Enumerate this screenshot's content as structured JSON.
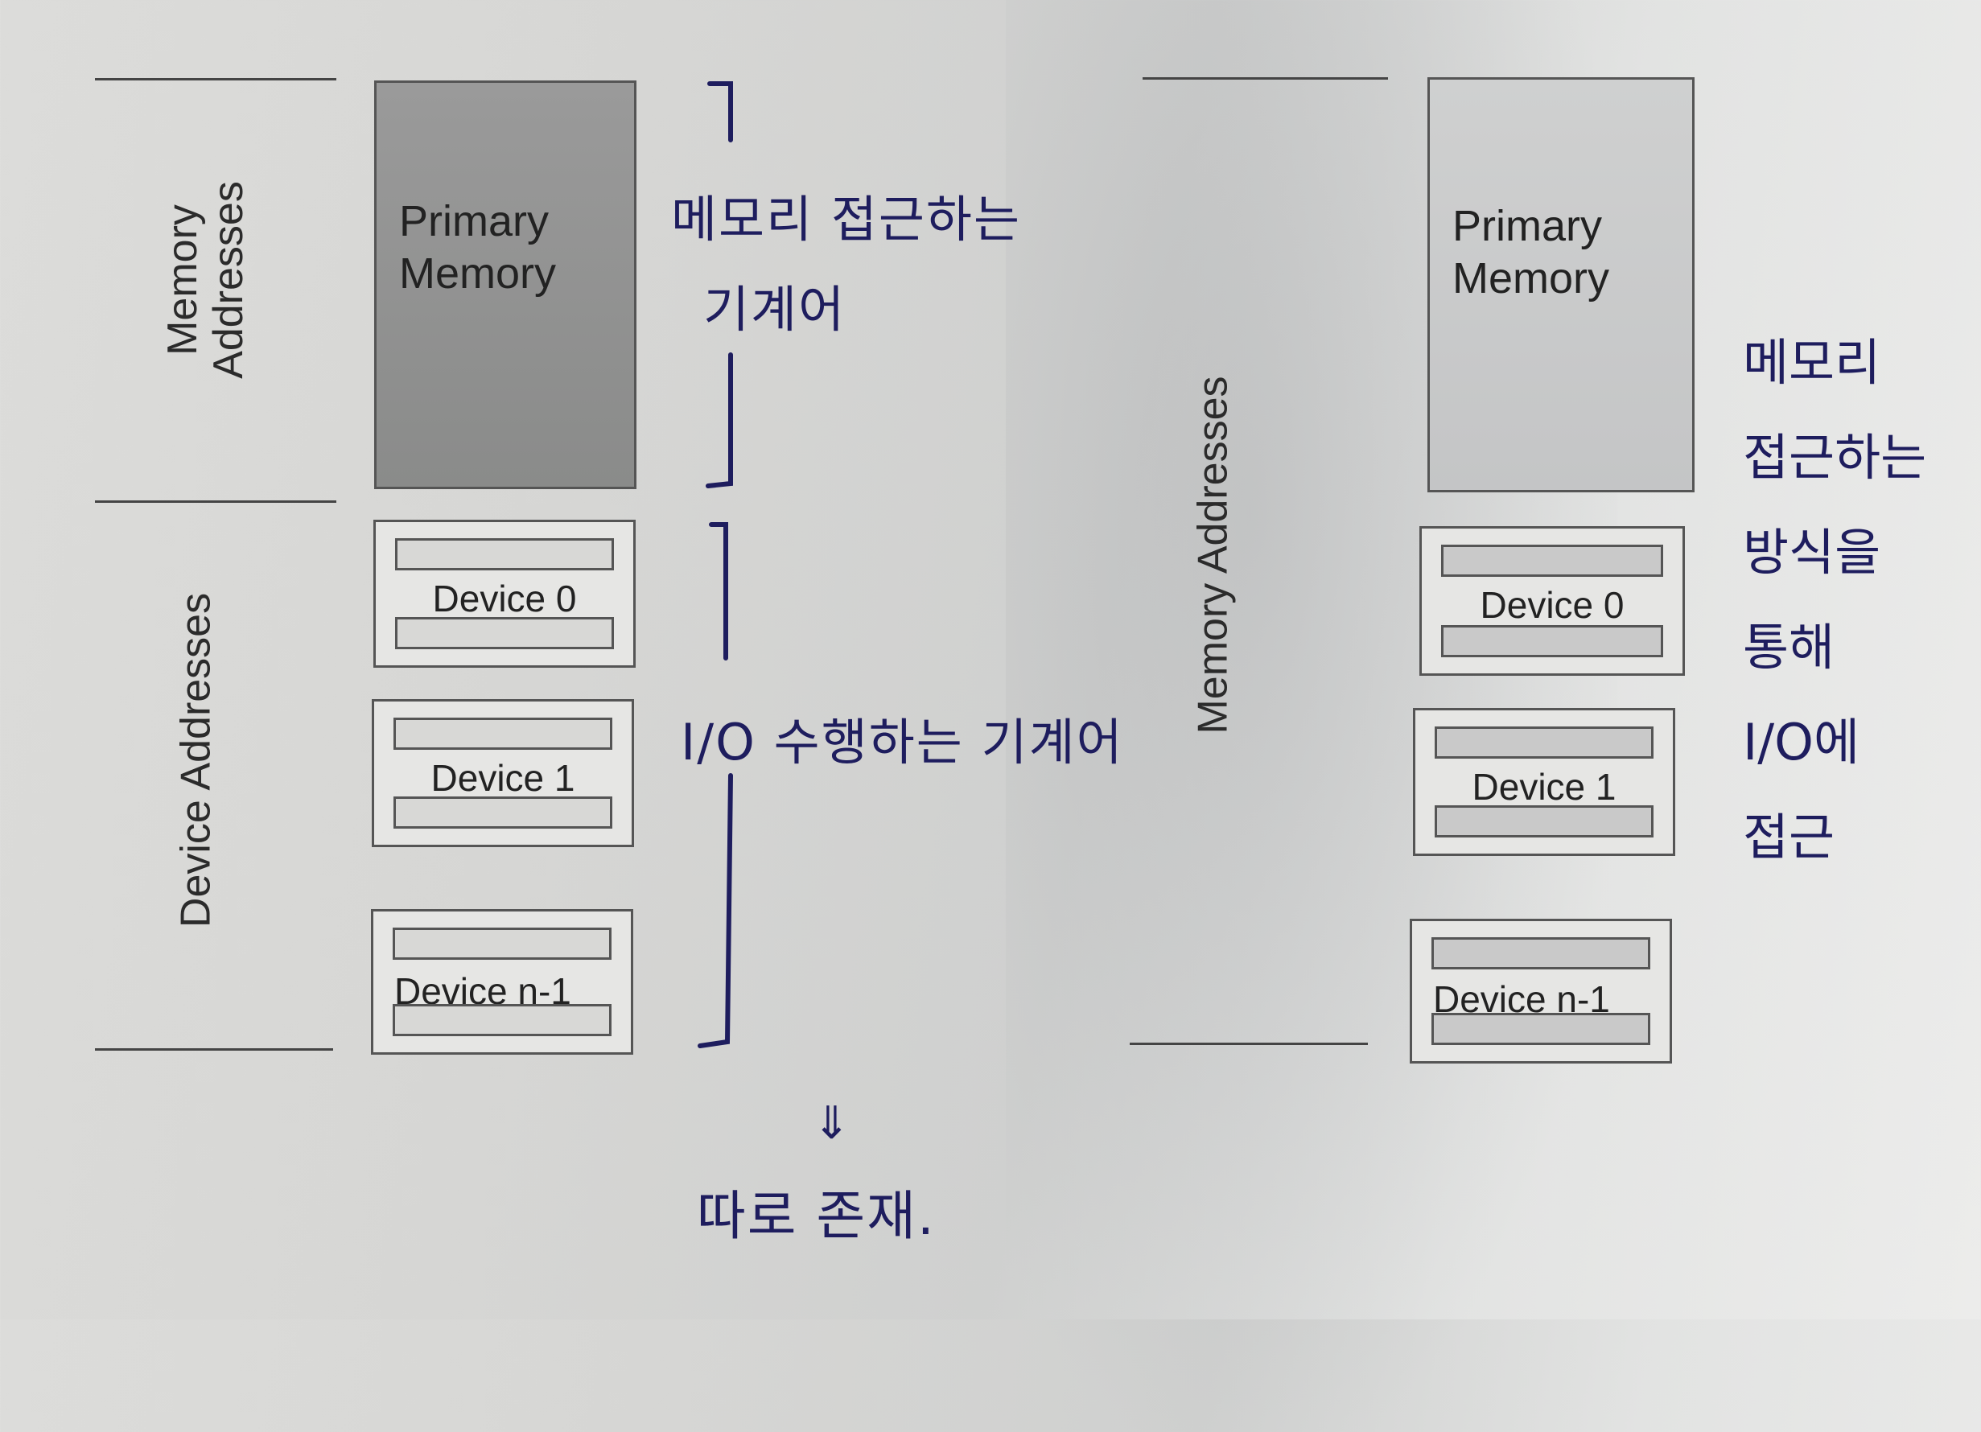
{
  "left_diagram": {
    "label_memory": "Memory\nAddresses",
    "label_device": "Device Addresses",
    "primary_memory": [
      "Primary",
      "Memory"
    ],
    "devices": [
      "Device 0",
      "Device 1",
      "Device n-1"
    ]
  },
  "right_diagram": {
    "label_memory": "Memory Addresses",
    "primary_memory": [
      "Primary",
      "Memory"
    ],
    "devices": [
      "Device 0",
      "Device 1",
      "Device n-1"
    ]
  },
  "notes": {
    "memory_access": [
      "메모리 접근하는",
      "기계어"
    ],
    "io_instruction": "I/O 수행하는 기계어",
    "arrow": "⇓",
    "separate": "따로 존재.",
    "right_column": [
      "메모리",
      "접근하는",
      "방식을",
      "통해",
      "I/O에",
      "접근"
    ]
  },
  "colors": {
    "ink": "#1e1d5e",
    "print": "#2b2b2b"
  }
}
